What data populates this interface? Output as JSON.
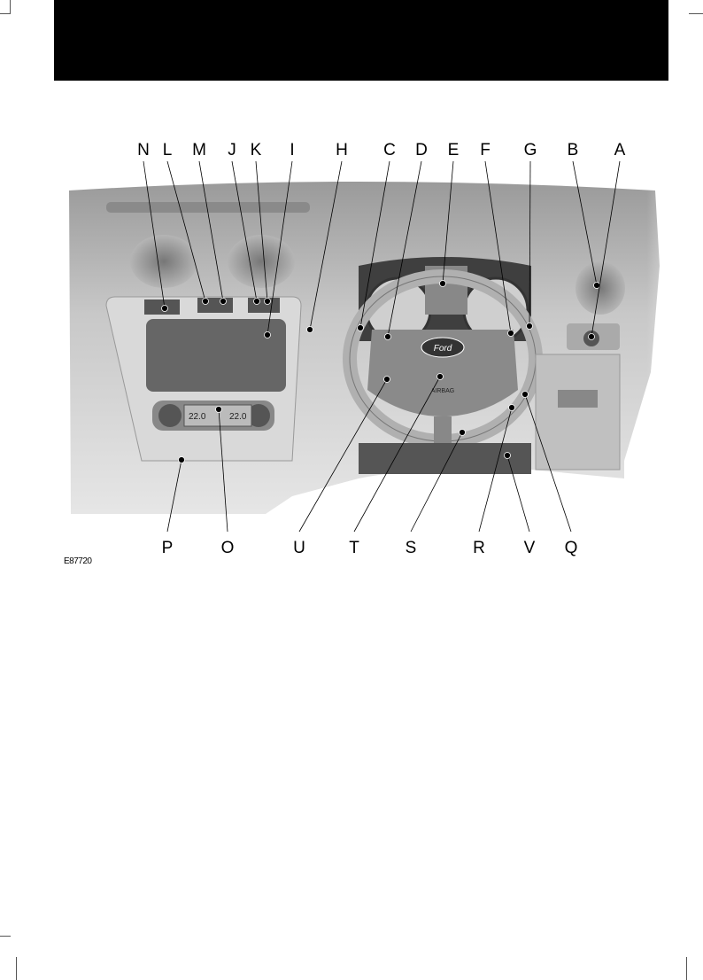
{
  "figure": {
    "id": "E87720",
    "top_labels": [
      "N",
      "L",
      "M",
      "J",
      "K",
      "I",
      "H",
      "C",
      "D",
      "E",
      "F",
      "G",
      "B",
      "A"
    ],
    "bottom_labels": [
      "P",
      "O",
      "U",
      "T",
      "S",
      "R",
      "V",
      "Q"
    ],
    "steering_wheel_badge": "Ford",
    "airbag_text": "AIRBAG",
    "climate_display_left": "22.0",
    "climate_display_right": "22.0"
  }
}
